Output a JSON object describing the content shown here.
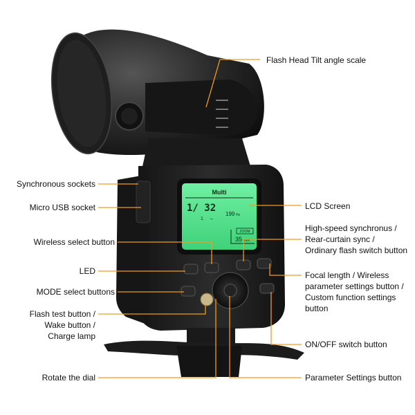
{
  "labels": {
    "tilt_scale": "Flash Head Tilt angle scale",
    "sync_sockets": "Synchronous sockets",
    "micro_usb": "Micro USB socket",
    "lcd_screen": "LCD Screen",
    "wireless_select": "Wireless select button",
    "hss": [
      "High-speed synchronus /",
      "Rear-curtain sync /",
      "Ordinary flash switch button"
    ],
    "led": "LED",
    "mode_select": "MODE select buttons",
    "focal_length": [
      "Focal length / Wireless",
      "parameter settings button /",
      "Custom function settings",
      "button"
    ],
    "flash_test": [
      "Flash test button /",
      "Wake button /",
      "Charge lamp"
    ],
    "on_off": "ON/OFF switch button",
    "rotate_dial": "Rotate the dial",
    "parameter_settings": "Parameter Settings button"
  },
  "lcd": {
    "mode": "Multi",
    "power": "1/ 32",
    "count": "1",
    "dash": "–",
    "freq": "199",
    "freq_unit": "Hz",
    "zoom_badge": "ZOOM",
    "zoom_value": "35",
    "zoom_unit": "mm"
  },
  "colors": {
    "leader_line": "#f39a1e",
    "device_body": "#1b1b1b",
    "lcd_green": "#4fe08a"
  }
}
